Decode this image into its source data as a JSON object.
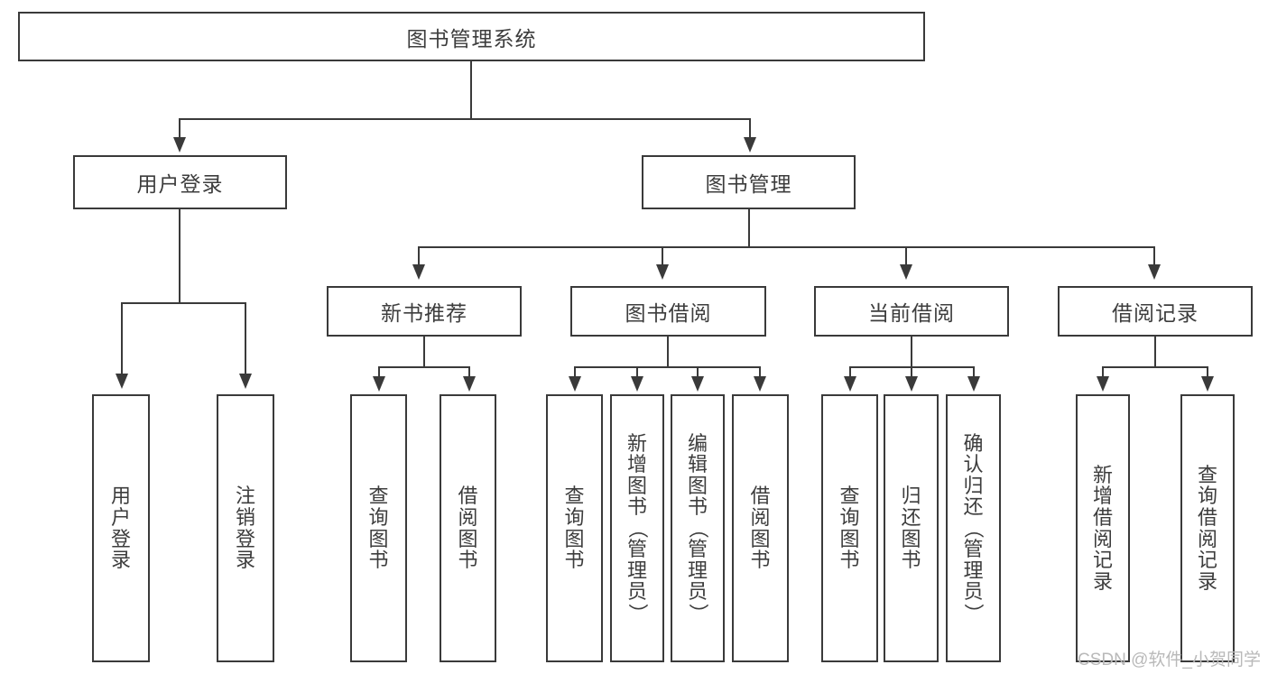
{
  "diagram": {
    "type": "tree-hierarchy",
    "title": "图书管理系统",
    "root": {
      "label": "图书管理系统"
    },
    "level2": [
      {
        "label": "用户登录"
      },
      {
        "label": "图书管理"
      }
    ],
    "level3": [
      {
        "label": "新书推荐"
      },
      {
        "label": "图书借阅"
      },
      {
        "label": "当前借阅"
      },
      {
        "label": "借阅记录"
      }
    ],
    "leaves": {
      "user_login": [
        {
          "label": "用户登录",
          "chars": [
            "用",
            "户",
            "登",
            "录"
          ]
        },
        {
          "label": "注销登录",
          "chars": [
            "注",
            "销",
            "登",
            "录"
          ]
        }
      ],
      "new_book_recommend": [
        {
          "label": "查询图书",
          "chars": [
            "查",
            "询",
            "图",
            "书"
          ]
        },
        {
          "label": "借阅图书",
          "chars": [
            "借",
            "阅",
            "图",
            "书"
          ]
        }
      ],
      "book_borrow": [
        {
          "label": "查询图书",
          "chars": [
            "查",
            "询",
            "图",
            "书"
          ]
        },
        {
          "label": "新增图书（管理员）",
          "chars": [
            "新",
            "增",
            "图",
            "书",
            "（",
            "管",
            "理",
            "员",
            "）"
          ]
        },
        {
          "label": "编辑图书（管理员）",
          "chars": [
            "编",
            "辑",
            "图",
            "书",
            "（",
            "管",
            "理",
            "员",
            "）"
          ]
        },
        {
          "label": "借阅图书",
          "chars": [
            "借",
            "阅",
            "图",
            "书"
          ]
        }
      ],
      "current_borrow": [
        {
          "label": "查询图书",
          "chars": [
            "查",
            "询",
            "图",
            "书"
          ]
        },
        {
          "label": "归还图书",
          "chars": [
            "归",
            "还",
            "图",
            "书"
          ]
        },
        {
          "label": "确认归还（管理员）",
          "chars": [
            "确",
            "认",
            "归",
            "还",
            "（",
            "管",
            "理",
            "员",
            "）"
          ]
        }
      ],
      "borrow_record": [
        {
          "label": "新增借阅记录",
          "chars": [
            "新",
            "增",
            "借",
            "阅",
            "记",
            "录"
          ]
        },
        {
          "label": "查询借阅记录",
          "chars": [
            "查",
            "询",
            "借",
            "阅",
            "记",
            "录"
          ]
        }
      ]
    }
  },
  "watermark": {
    "text": "CSDN @软件_小贺同学"
  },
  "colors": {
    "stroke": "#3a3a3a",
    "text": "#3d3d3d",
    "background": "#ffffff",
    "watermark": "#b9b9b9"
  }
}
